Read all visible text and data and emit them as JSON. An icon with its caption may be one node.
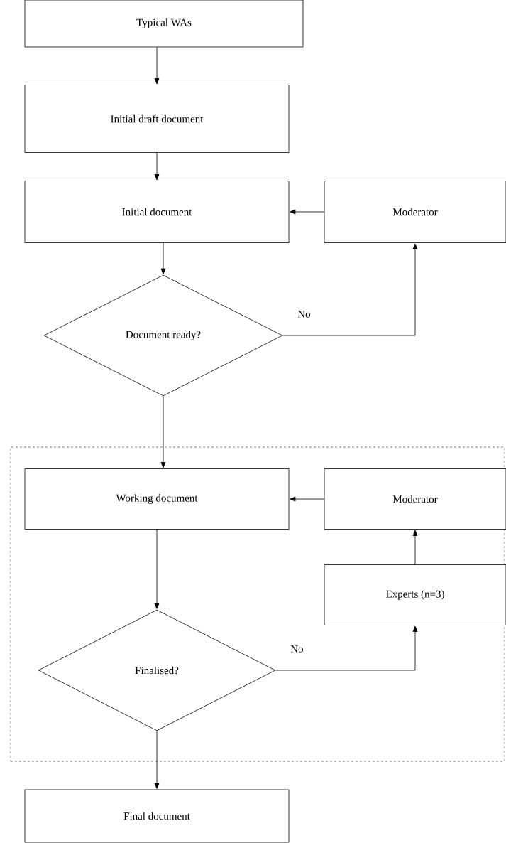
{
  "diagram": {
    "nodes": [
      {
        "text": [
          "Typical WAs"
        ]
      },
      {
        "text": [
          "Initial draft document"
        ]
      },
      {
        "text": [
          "Initial document"
        ]
      },
      {
        "text": [
          "Moderator"
        ]
      },
      {
        "text": [
          "Document ready?"
        ]
      },
      {
        "text": [],
        "shape": "box"
      },
      {
        "text": [
          "Working document"
        ],
        "in": 5
      },
      {
        "text": [
          "Moderator"
        ],
        "in": 5
      },
      {
        "text": [
          "Experts (n=3)"
        ],
        "in": 5
      },
      {
        "text": [
          "Finalised?"
        ],
        "in": 5
      },
      {
        "text": [
          "Final document"
        ]
      }
    ],
    "edges": [
      {
        "from": 0,
        "to": 1,
        "arrow": "to"
      },
      {
        "from": 1,
        "to": 2,
        "arrow": "to"
      },
      {
        "from": 3,
        "to": 2,
        "arrow": "to"
      },
      {
        "from": 2,
        "to": 4,
        "arrow": "to"
      },
      {
        "from": 4,
        "to": 3,
        "arrow": "to",
        "label": "No"
      },
      {
        "from": 4,
        "to": 6,
        "arrow": "to"
      },
      {
        "from": 7,
        "to": 6,
        "arrow": "to"
      },
      {
        "from": 6,
        "to": 9,
        "arrow": "to"
      },
      {
        "from": 9,
        "to": 8,
        "arrow": "to",
        "label": "No"
      },
      {
        "from": 8,
        "to": 7,
        "arrow": "to"
      },
      {
        "from": 9,
        "to": 10,
        "arrow": "to"
      }
    ]
  }
}
